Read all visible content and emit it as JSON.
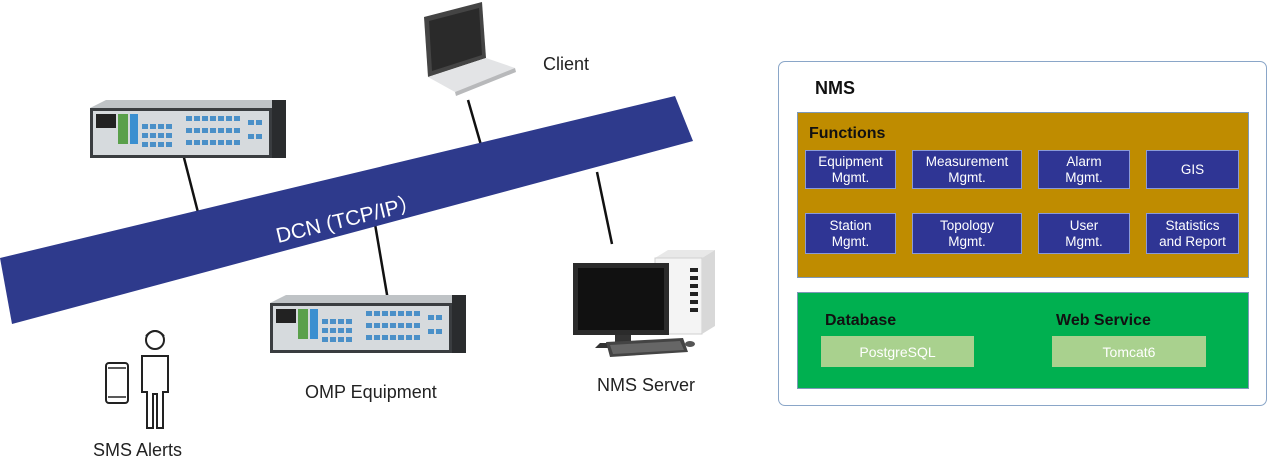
{
  "network": {
    "client_label": "Client",
    "dcn_label": "DCN (TCP/IP）",
    "omp_label": "OMP Equipment",
    "server_label": "NMS Server",
    "sms_label": "SMS Alerts"
  },
  "nms": {
    "title": "NMS",
    "functions_title": "Functions",
    "functions": [
      "Equipment\nMgmt.",
      "Measurement\nMgmt.",
      "Alarm\nMgmt.",
      "GIS",
      "Station\nMgmt.",
      "Topology\nMgmt.",
      "User\nMgmt.",
      "Statistics\nand Report"
    ],
    "database_title": "Database",
    "database_value": "PostgreSQL",
    "web_service_title": "Web Service",
    "web_service_value": "Tomcat6"
  },
  "colors": {
    "dcn_band": "#2e3a8c",
    "functions_bg": "#bf8c00",
    "func_box": "#2f3594",
    "data_bg": "#00b050",
    "db_box": "#a9d18e",
    "panel_border": "#8aa6c8"
  },
  "icons": [
    "laptop-icon",
    "rack-equipment-icon",
    "server-computer-icon",
    "mobile-phone-icon",
    "person-icon"
  ]
}
